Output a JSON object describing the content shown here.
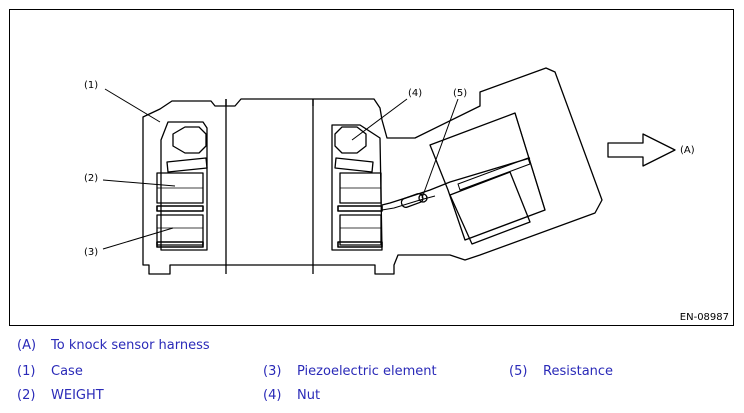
{
  "figure": {
    "code": "EN-08987",
    "callouts": {
      "c1": "(1)",
      "c2": "(2)",
      "c3": "(3)",
      "c4": "(4)",
      "c5": "(5)",
      "cA": "(A)"
    }
  },
  "legend": {
    "a": {
      "key": "(A)",
      "text": "To knock sensor harness"
    },
    "i1": {
      "key": "(1)",
      "text": "Case"
    },
    "i2": {
      "key": "(2)",
      "text": "WEIGHT"
    },
    "i3": {
      "key": "(3)",
      "text": "Piezoelectric element"
    },
    "i4": {
      "key": "(4)",
      "text": "Nut"
    },
    "i5": {
      "key": "(5)",
      "text": "Resistance"
    }
  },
  "colors": {
    "legend_text": "#2a2ab8",
    "line": "#000000"
  }
}
